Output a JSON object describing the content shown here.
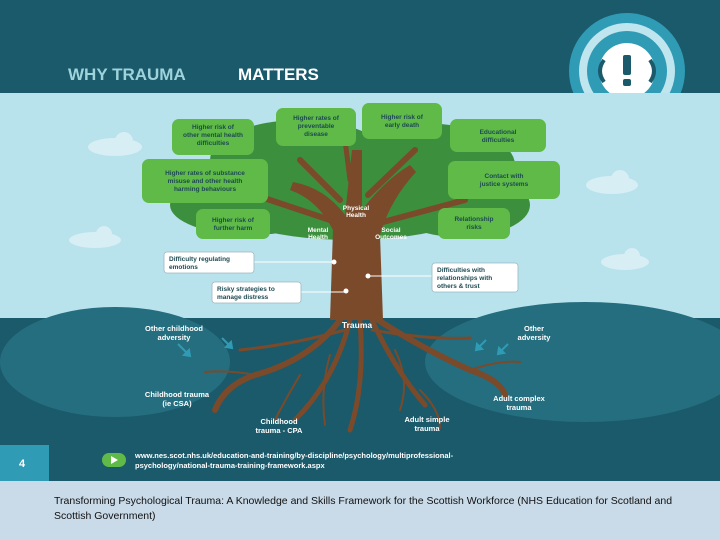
{
  "title": {
    "part1": "WHY TRAUMA",
    "part2": "MATTERS"
  },
  "alert_icon": "exclamation-alert-icon",
  "tree": {
    "leaves": [
      {
        "id": "mental-health-difficulties",
        "lines": [
          "Higher risk of",
          "other mental health",
          "difficulties"
        ]
      },
      {
        "id": "preventable-disease",
        "lines": [
          "Higher rates of",
          "preventable",
          "disease"
        ]
      },
      {
        "id": "early-death",
        "lines": [
          "Higher risk of",
          "early death"
        ]
      },
      {
        "id": "educational-difficulties",
        "lines": [
          "Educational",
          "difficulties"
        ]
      },
      {
        "id": "substance-misuse",
        "lines": [
          "Higher rates of substance",
          "misuse and other health",
          "harming behaviours"
        ]
      },
      {
        "id": "justice-systems",
        "lines": [
          "Contact with",
          "justice systems"
        ]
      },
      {
        "id": "further-harm",
        "lines": [
          "Higher risk of",
          "further harm"
        ]
      },
      {
        "id": "relationship-risks",
        "lines": [
          "Relationship",
          "risks"
        ]
      }
    ],
    "trunk_labels": [
      {
        "id": "physical-health",
        "lines": [
          "Physical",
          "Health"
        ]
      },
      {
        "id": "mental-health",
        "lines": [
          "Mental",
          "Health"
        ]
      },
      {
        "id": "social-outcomes",
        "lines": [
          "Social",
          "Outcomes"
        ]
      }
    ],
    "callouts": [
      {
        "id": "regulating-emotions",
        "lines": [
          "Difficulty regulating",
          "emotions"
        ]
      },
      {
        "id": "risky-strategies",
        "lines": [
          "Risky strategies to",
          "manage distress"
        ]
      },
      {
        "id": "relationship-difficulties",
        "lines": [
          "Difficulties with",
          "relationships with",
          "others & trust"
        ]
      }
    ],
    "trauma_label": "Trauma",
    "roots": [
      {
        "id": "other-childhood-adversity",
        "lines": [
          "Other childhood",
          "adversity"
        ]
      },
      {
        "id": "other-adversity",
        "lines": [
          "Other",
          "adversity"
        ]
      },
      {
        "id": "childhood-trauma-csa",
        "lines": [
          "Childhood trauma",
          "(ie CSA)"
        ]
      },
      {
        "id": "adult-complex-trauma",
        "lines": [
          "Adult complex",
          "trauma"
        ]
      },
      {
        "id": "childhood-trauma-cpa",
        "lines": [
          "Childhood",
          "trauma - CPA"
        ]
      },
      {
        "id": "adult-simple-trauma",
        "lines": [
          "Adult simple",
          "trauma"
        ]
      }
    ]
  },
  "footer": {
    "slide_number": "4",
    "url_lines": [
      "www.nes.scot.nhs.uk/education-and-training/by-discipline/psychology/multiprofessional-",
      "psychology/national-trauma-training-framework.aspx"
    ]
  },
  "caption": "Transforming Psychological Trauma: A Knowledge and Skills Framework for the Scottish Workforce (NHS Education for Scotland and Scottish Government)",
  "colors": {
    "header": "#1a5a6b",
    "sky": "#b8e2ec",
    "ground": "#1a5a6b",
    "leaf": "#5fba47",
    "canopy": "#3c8f3c",
    "trunk": "#7a4a2a",
    "caption_band": "#c9dae8"
  }
}
